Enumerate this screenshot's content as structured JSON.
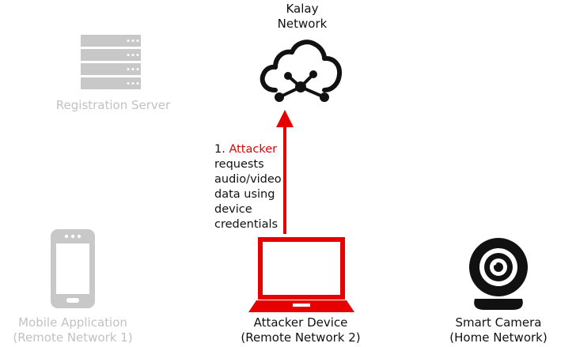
{
  "colors": {
    "accent": "#e60000",
    "inactive": "#c2c2c2",
    "active": "#111111"
  },
  "nodes": {
    "kalay": {
      "line1": "Kalay",
      "line2": "Network",
      "icon": "cloud-network-icon"
    },
    "registration": {
      "label": "Registration Server",
      "icon": "server-icon"
    },
    "mobile": {
      "line1": "Mobile Application",
      "line2": "(Remote Network 1)",
      "icon": "smartphone-icon"
    },
    "attacker": {
      "line1": "Attacker Device",
      "line2": "(Remote Network 2)",
      "icon": "laptop-icon"
    },
    "camera": {
      "line1": "Smart Camera",
      "line2": "(Home Network)",
      "icon": "webcam-icon"
    }
  },
  "step": {
    "number": "1.",
    "actor": "Attacker",
    "lines": [
      "requests",
      "audio/video",
      "data using",
      "device",
      "credentials"
    ]
  }
}
